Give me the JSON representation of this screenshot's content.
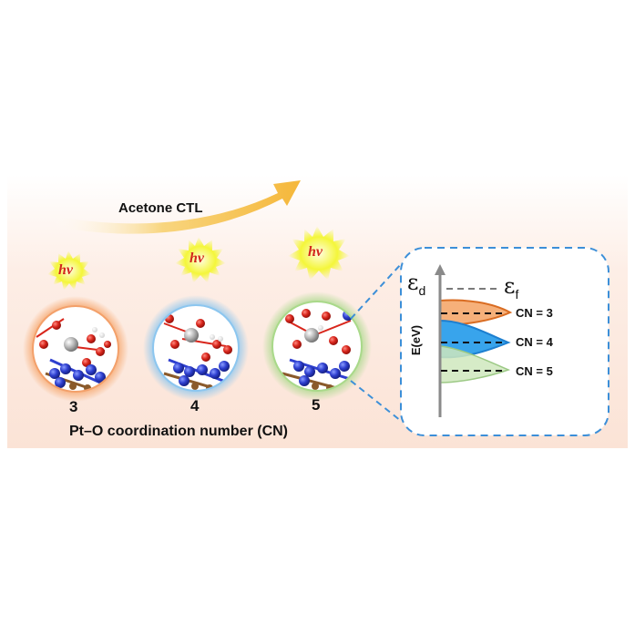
{
  "arrow_label": "Acetone CTL",
  "photon_label": "hv",
  "structures": [
    {
      "number": "3",
      "glow_color": "#f6a56a"
    },
    {
      "number": "4",
      "glow_color": "#8cc6ef"
    },
    {
      "number": "5",
      "glow_color": "#a9d98a"
    }
  ],
  "x_axis_caption": "Pt–O coordination number (CN)",
  "inset": {
    "epsilon_d": "ε",
    "epsilon_d_sub": "d",
    "epsilon_f": "ε",
    "epsilon_f_sub": "f",
    "y_axis_label": "E(eV)",
    "levels": [
      {
        "label": "CN = 3",
        "color": "#e8873e"
      },
      {
        "label": "CN = 4",
        "color": "#2f95e0"
      },
      {
        "label": "CN = 5",
        "color": "#a8d28d"
      }
    ]
  },
  "colors": {
    "background_band": "#fbe7dc",
    "arrow": "#f6c04a",
    "dashed_box": "#3c8fd8",
    "burst": "#f1f52a"
  }
}
